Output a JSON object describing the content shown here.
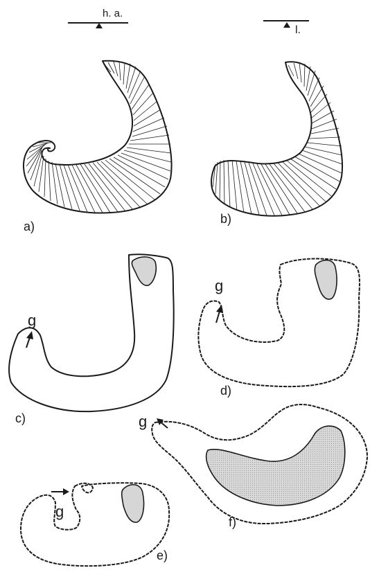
{
  "scale_labels": {
    "left": "h. a.",
    "right": "l."
  },
  "panel_labels": {
    "a": "a)",
    "b": "b)",
    "c": "c)",
    "d": "d)",
    "e": "e)",
    "f": "f)"
  },
  "marker_label": "g"
}
